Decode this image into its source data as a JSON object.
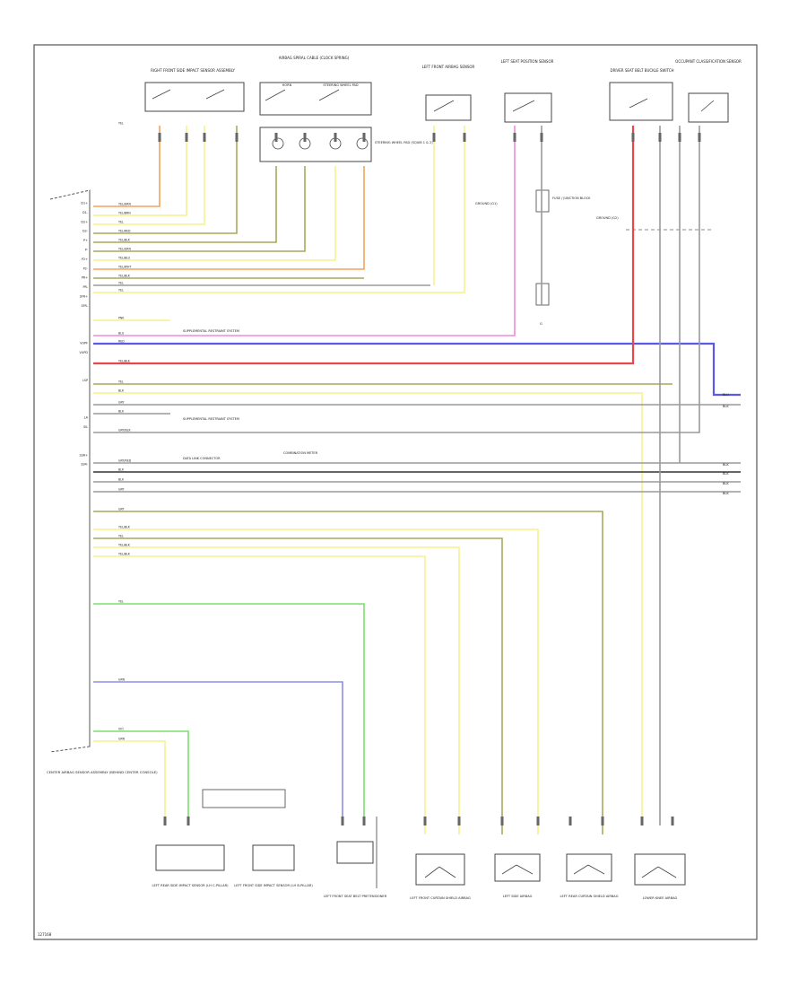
{
  "diagram": {
    "footer_code": "127168",
    "colors": {
      "yellow": "#f7f28c",
      "yellow_green": "#cfd36a",
      "olive": "#a9a95a",
      "orange": "#f2a35c",
      "pink": "#f08ad6",
      "red": "#e8474c",
      "blue": "#5a5ae8",
      "green": "#79e06a",
      "violet": "#8e8ee8",
      "gray": "#9a9a9a",
      "black": "#333333"
    },
    "top_components": [
      {
        "id": "rfsm",
        "label": "RIGHT FRONT SIDE IMPACT SENSOR ASSEMBLY"
      },
      {
        "id": "spiral",
        "label": "AIRBAG SPIRAL CABLE (CLOCK SPRING)"
      },
      {
        "id": "lfair",
        "label": "LEFT FRONT AIRBAG SENSOR"
      },
      {
        "id": "lseat",
        "label": "LEFT SEAT POSITION SENSOR"
      },
      {
        "id": "dcm",
        "label": "DRIVER SEAT BELT BUCKLE SWITCH"
      },
      {
        "id": "occ",
        "label": "OCCUPANT CLASSIFICATION SENSOR"
      }
    ],
    "spiral_sub_labels": [
      "HORN",
      "STEERING WHEEL PAD"
    ],
    "spiral_note": "STEERING WHEEL PAD (SQUIB 1 & 2)",
    "ground_labels": [
      "GROUND (G1)",
      "GROUND (G2)"
    ],
    "fuse_label": "FUSE / JUNCTION BLOCK",
    "ground_point": "G",
    "module": {
      "label": "CENTER AIRBAG SENSOR ASSEMBLY (BEHIND CENTER CONSOLE)",
      "pins": [
        "D1+",
        "D1-",
        "D2+",
        "D2-",
        "P+",
        "P-",
        "P2+",
        "P2-",
        "PR+",
        "PR-",
        "SFR+",
        "SFR-",
        "",
        "",
        "",
        "VUPF",
        "VUPD",
        "",
        "",
        "LSP",
        "",
        "",
        "",
        "LA",
        "SIL",
        "",
        "",
        "SSR+",
        "SSR-",
        "",
        "",
        "",
        "",
        "",
        "",
        "",
        "",
        "",
        "",
        "",
        "",
        "",
        "",
        "",
        "",
        "",
        "",
        "",
        "",
        "",
        "",
        "",
        "",
        "",
        "",
        "",
        "",
        "",
        "",
        "",
        "",
        ""
      ]
    },
    "wire_labels": [
      "YEL/GRN",
      "YEL/BRN",
      "YEL",
      "YEL/RED",
      "YEL/BLK",
      "YEL/GRN",
      "YEL/BLU",
      "YEL/WHT",
      "YEL/BLK",
      "YEL",
      "YEL",
      "PNK",
      "BLU",
      "RED",
      "YEL/BLK",
      "YEL",
      "BLK",
      "GRY",
      "BLK",
      "GRY/BLK",
      "GRY/RED",
      "BLK",
      "BLK",
      "GRY",
      "GRY",
      "YEL/BLK",
      "YEL",
      "YEL/BLK",
      "YEL/BLK",
      "YEL",
      "GRN",
      "VIO",
      "GRN",
      "YEL"
    ],
    "notes": [
      "SUPPLEMENTAL RESTRAINT SYSTEM",
      "SUPPLEMENTAL RESTRAINT SYSTEM",
      "DATA LINK CONNECTOR",
      "COMBINATION METER"
    ],
    "right_offpage": [
      "BLU",
      "BLK",
      "BLK",
      "BLK",
      "BLK",
      "BLK"
    ],
    "bottom_components": [
      {
        "id": "lrsm",
        "label": "LEFT REAR SIDE IMPACT SENSOR (LH C-PILLAR)"
      },
      {
        "id": "lfsm",
        "label": "LEFT FRONT SIDE IMPACT SENSOR (LH B-PILLAR)"
      },
      {
        "id": "pbelt",
        "label": "LEFT FRONT SEAT BELT PRETENSIONER"
      },
      {
        "id": "lfcurt",
        "label": "LEFT FRONT CURTAIN SHIELD AIRBAG"
      },
      {
        "id": "lside",
        "label": "LEFT SIDE AIRBAG"
      },
      {
        "id": "lrcurt",
        "label": "LEFT REAR CURTAIN SHIELD AIRBAG"
      },
      {
        "id": "lknee",
        "label": "LOWER KNEE AIRBAG"
      }
    ]
  }
}
